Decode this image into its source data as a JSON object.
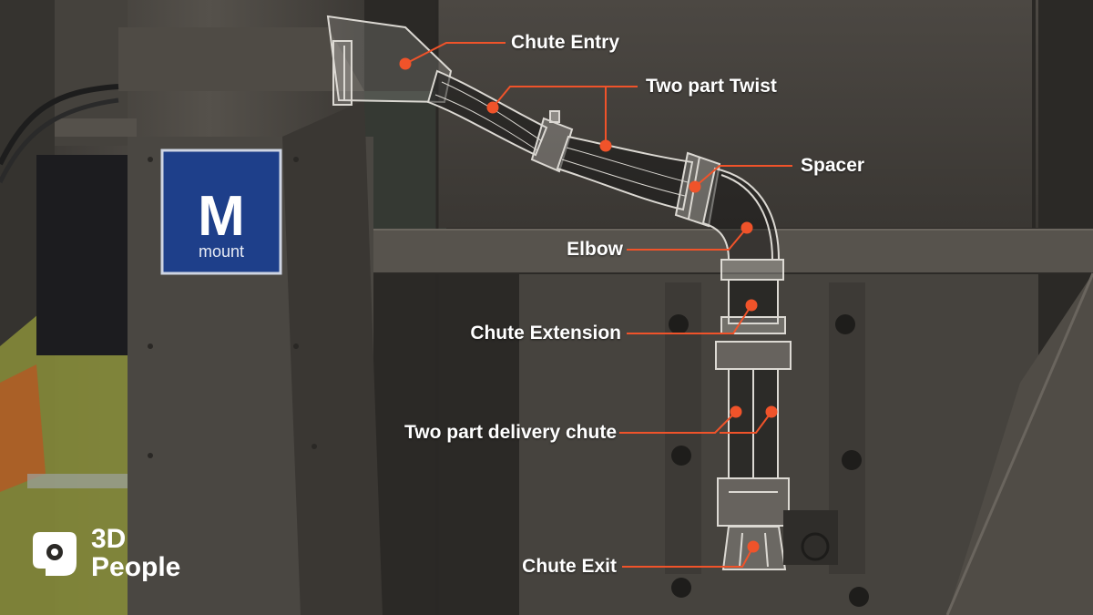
{
  "sign": {
    "letter": "M",
    "word": "mount"
  },
  "callouts": [
    {
      "label": "Chute Entry"
    },
    {
      "label": "Two part Twist"
    },
    {
      "label": "Spacer"
    },
    {
      "label": "Elbow"
    },
    {
      "label": "Chute Extension"
    },
    {
      "label": "Two part delivery chute"
    },
    {
      "label": "Chute Exit"
    }
  ],
  "brand": {
    "line1": "3D",
    "line2": "People"
  },
  "colors": {
    "accent": "#f0532a",
    "background": "#2b2926",
    "steel": "#4a4742",
    "sign_blue": "#1e3f8a",
    "text": "#ffffff"
  }
}
